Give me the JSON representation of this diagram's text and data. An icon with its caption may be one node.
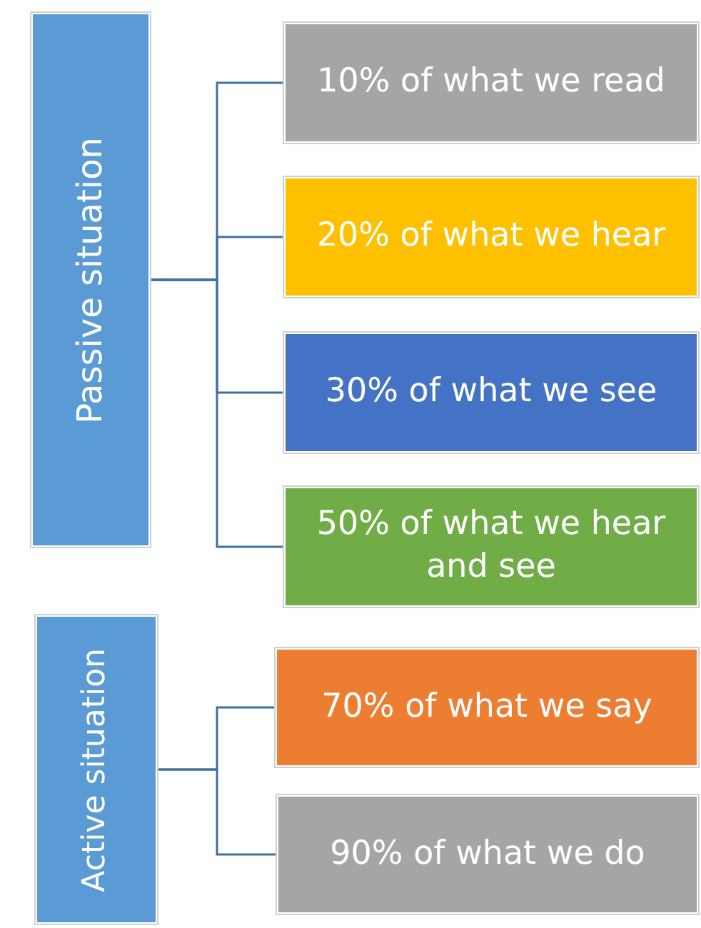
{
  "diagram": {
    "nodes": [
      {
        "text": [
          "Passive situation"
        ]
      },
      {
        "text": [
          "10% of what we read"
        ]
      },
      {
        "text": [
          "20% of what we hear"
        ]
      },
      {
        "text": [
          "30% of what we see"
        ]
      },
      {
        "text": [
          "50% of what we hear and see"
        ]
      },
      {
        "text": [
          "Active situation"
        ]
      },
      {
        "text": [
          "70% of what we say"
        ]
      },
      {
        "text": [
          "90% of what we do"
        ]
      }
    ],
    "edges": [
      {
        "from": 0,
        "to": 1,
        "arrow": "none"
      },
      {
        "from": 0,
        "to": 2,
        "arrow": "none"
      },
      {
        "from": 0,
        "to": 3,
        "arrow": "none"
      },
      {
        "from": 0,
        "to": 4,
        "arrow": "none"
      },
      {
        "from": 5,
        "to": 6,
        "arrow": "none"
      },
      {
        "from": 5,
        "to": 7,
        "arrow": "none"
      }
    ]
  }
}
